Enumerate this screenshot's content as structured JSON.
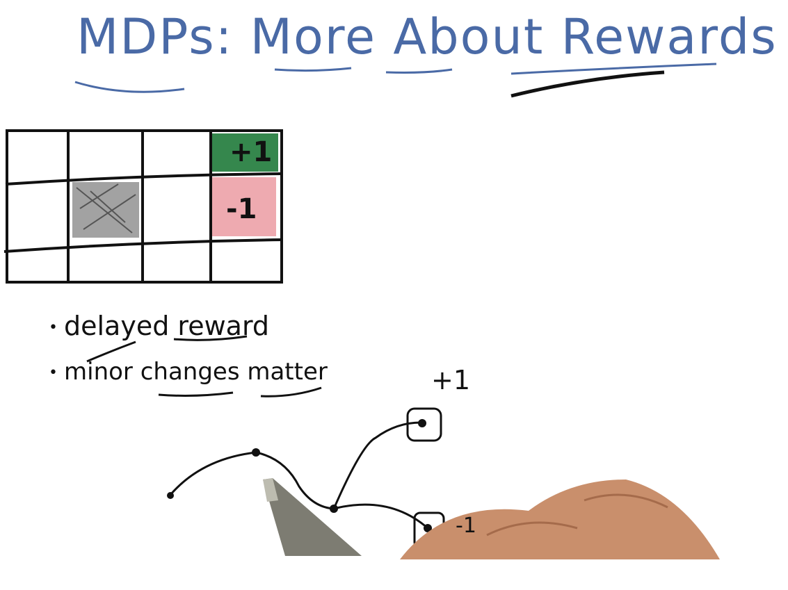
{
  "title": "MDPs: More About Rewards",
  "grid": {
    "positive_cell": "+1",
    "negative_cell": "-1",
    "colors": {
      "positive": "#1f7a3a",
      "negative": "#d9434f",
      "blocked": "#555555"
    }
  },
  "bullets": [
    {
      "text": "delayed reward"
    },
    {
      "text": "minor changes matter"
    }
  ],
  "tree": {
    "positive_label": "+1",
    "negative_label": "-1"
  },
  "colors": {
    "title": "#4a6aa6",
    "ink": "#111111"
  }
}
